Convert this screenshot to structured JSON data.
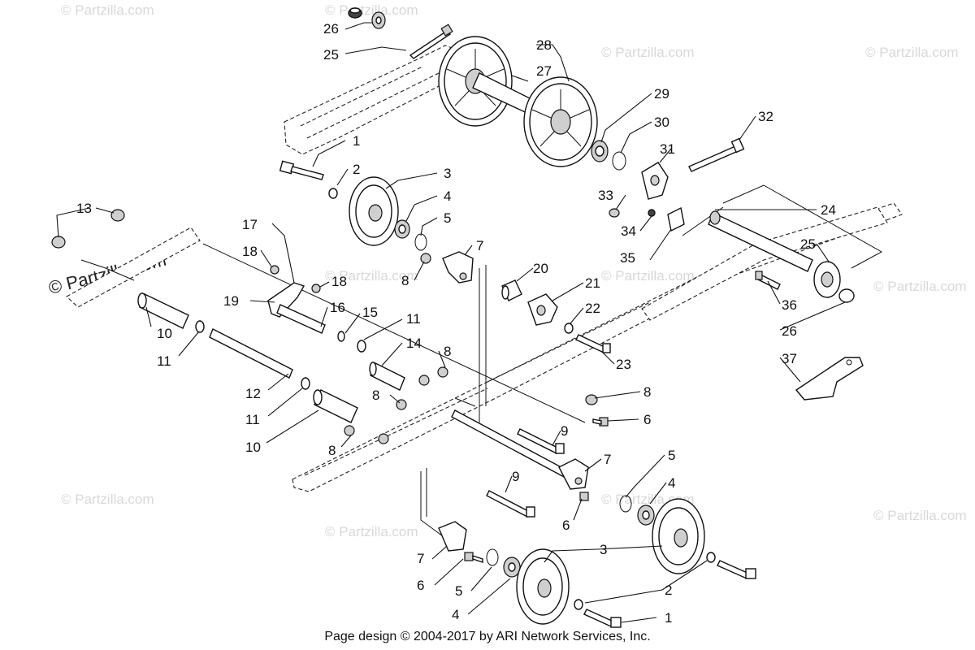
{
  "watermark": {
    "text": "© Partzilla.com",
    "prominent_text": "© Partzilla.com"
  },
  "footer": {
    "text": "Page design © 2004-2017 by ARI Network Services, Inc."
  },
  "callouts": {
    "c1a": "1",
    "c1b": "1",
    "c2a": "2",
    "c2b": "2",
    "c3a": "3",
    "c3b": "3",
    "c4a": "4",
    "c4b": "4",
    "c4c": "4",
    "c5a": "5",
    "c5b": "5",
    "c5c": "5",
    "c6a": "6",
    "c6b": "6",
    "c6c": "6",
    "c7a": "7",
    "c7b": "7",
    "c7c": "7",
    "c8a": "8",
    "c8b": "8",
    "c8c": "8",
    "c8d": "8",
    "c8e": "8",
    "c9a": "9",
    "c9b": "9",
    "c10a": "10",
    "c10b": "10",
    "c11a": "11",
    "c11b": "11",
    "c11c": "11",
    "c12": "12",
    "c13": "13",
    "c14": "14",
    "c15": "15",
    "c16": "16",
    "c17": "17",
    "c18a": "18",
    "c18b": "18",
    "c19": "19",
    "c20": "20",
    "c21": "21",
    "c22": "22",
    "c23": "23",
    "c24": "24",
    "c25a": "25",
    "c25b": "25",
    "c26a": "26",
    "c26b": "26",
    "c27": "27",
    "c28": "28",
    "c29": "29",
    "c30": "30",
    "c31": "31",
    "c32": "32",
    "c33": "33",
    "c34": "34",
    "c35": "35",
    "c36": "36",
    "c37": "37"
  }
}
